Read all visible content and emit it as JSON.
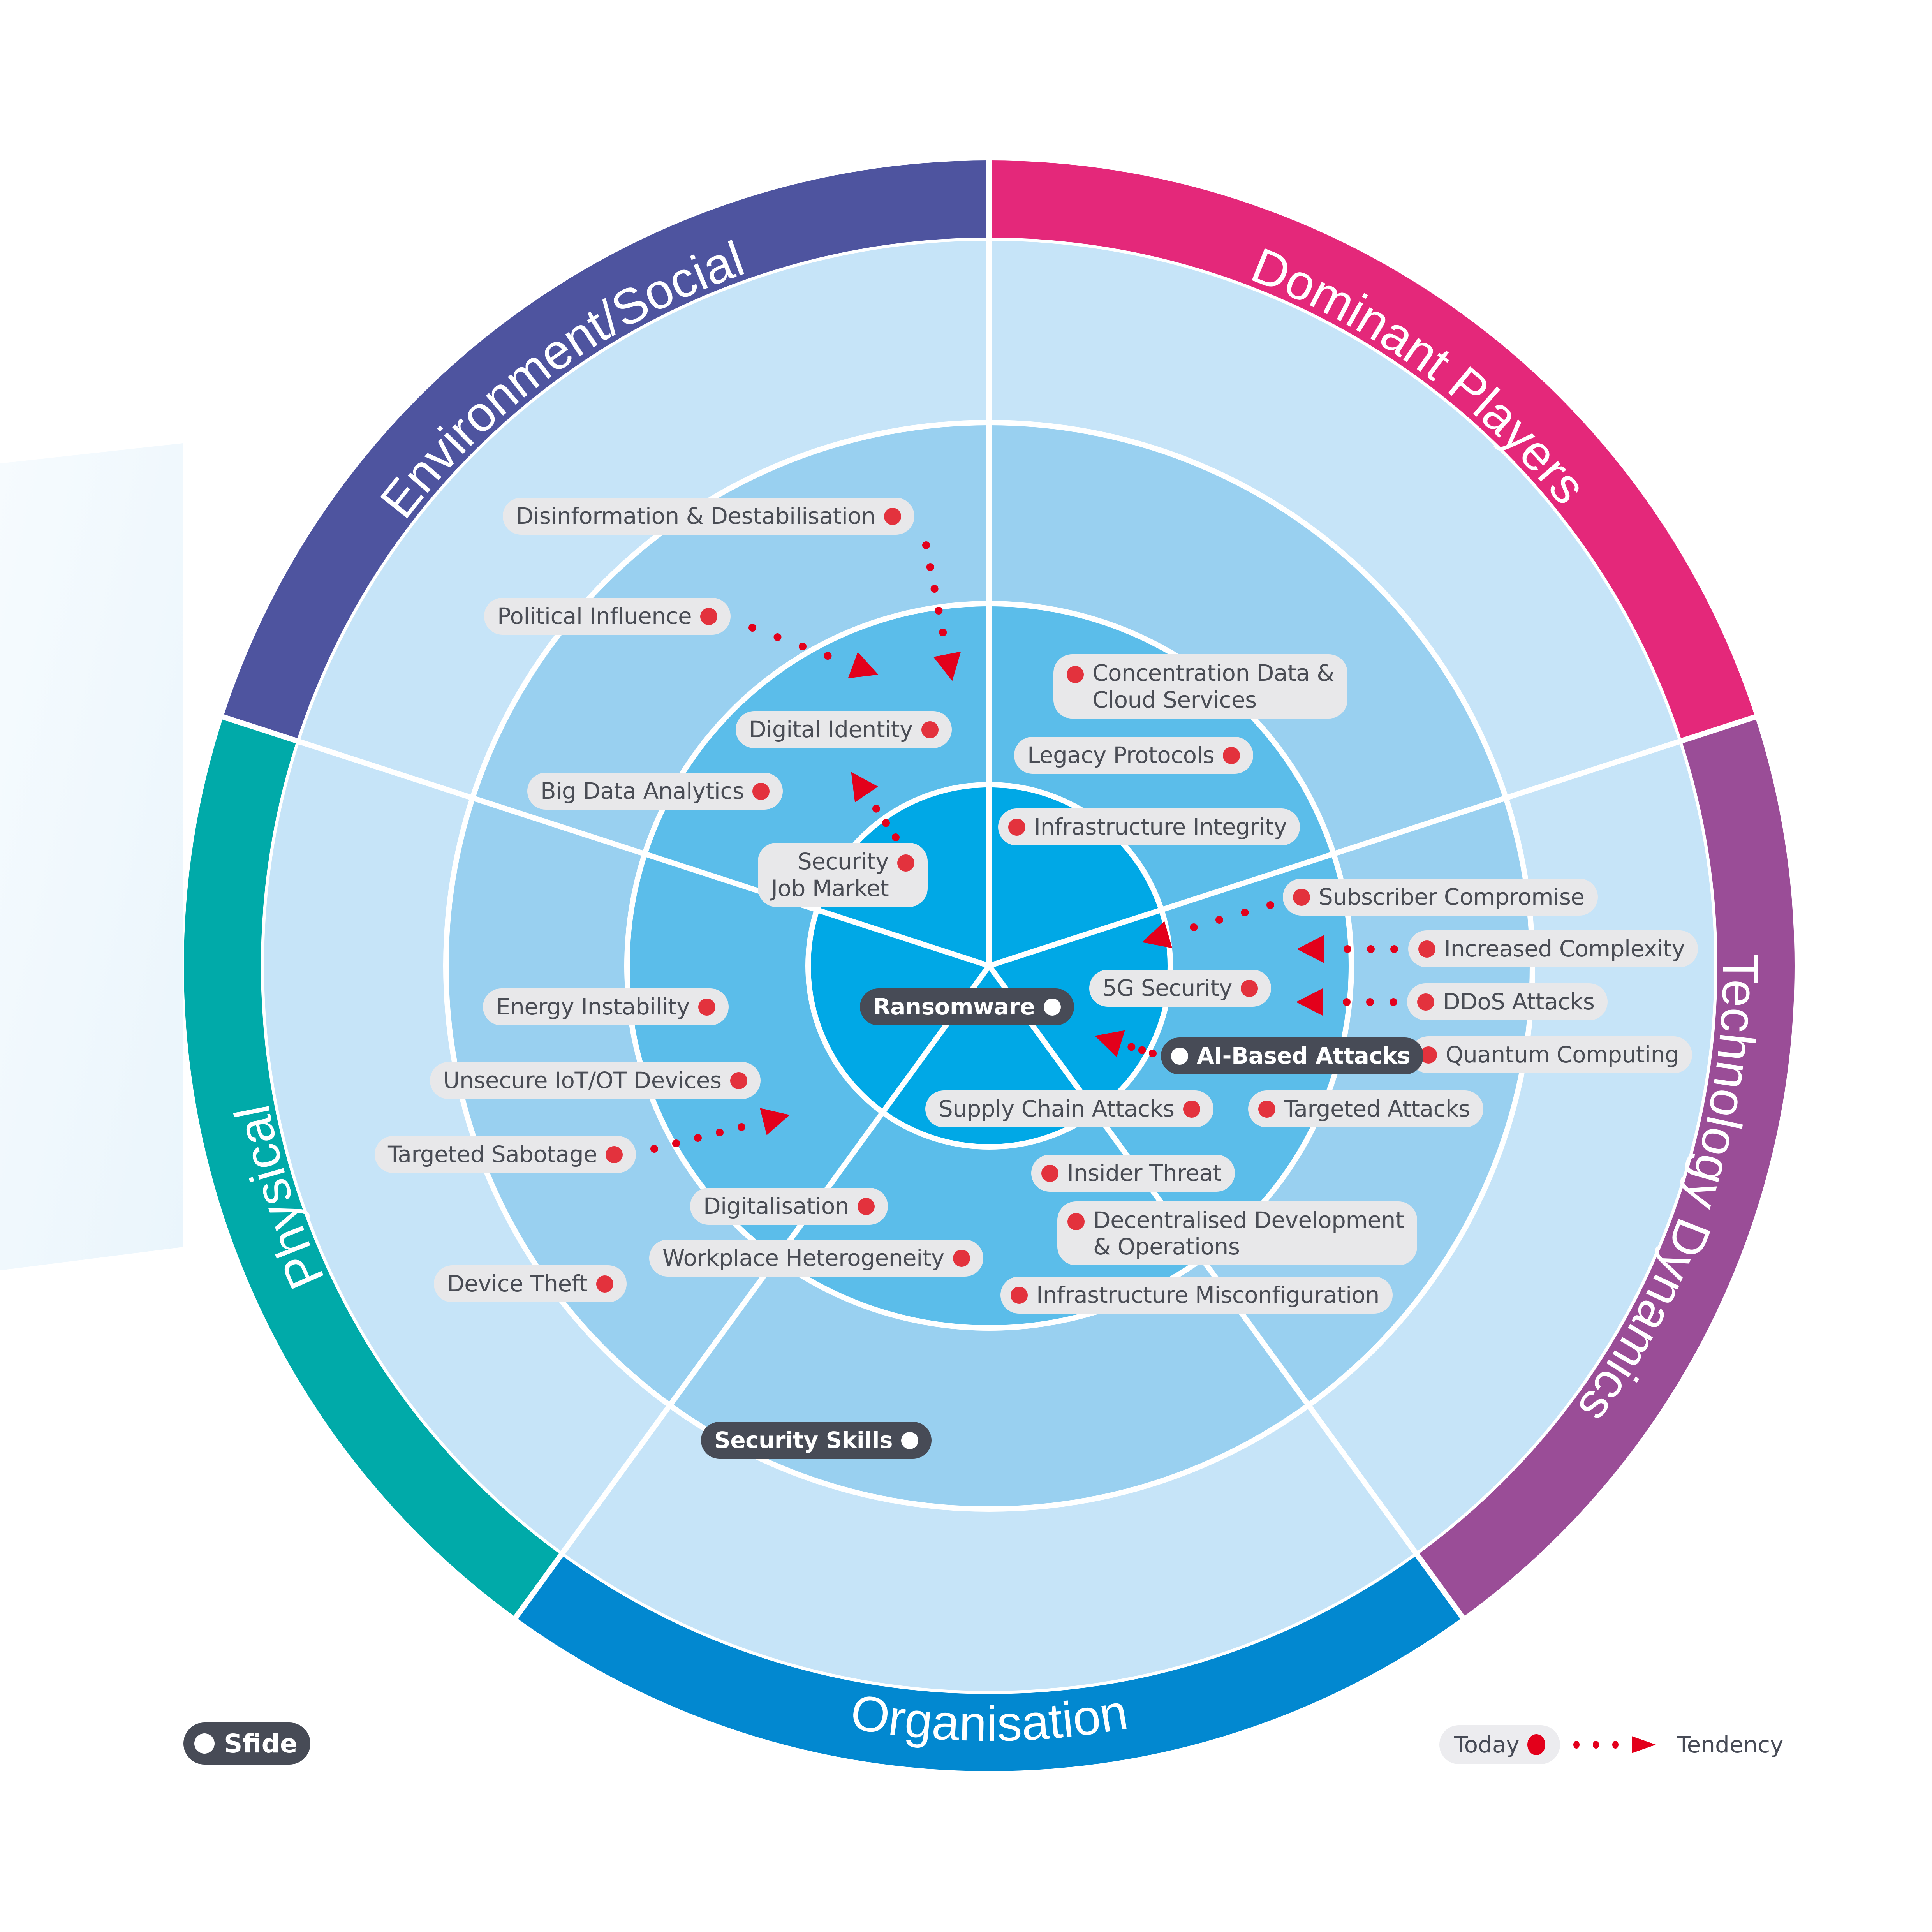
{
  "title": "Cyber Threat Radar",
  "colors": {
    "ring_inner": "#00a8e6",
    "ring_2": "#5bbdea",
    "ring_3": "#99d0f0",
    "ring_4": "#c6e4f8",
    "today_dot": "#e3323d",
    "pill_bg": "#e8e8ea",
    "pill_dark_bg": "#474b56",
    "pill_text": "#4a4d55",
    "tendency_red": "#e3001b"
  },
  "sectors": [
    {
      "name": "Dominant Players",
      "color": "#e4287a"
    },
    {
      "name": "Technology Dynamics",
      "color": "#9a4d97"
    },
    {
      "name": "Organisation",
      "color": "#0288d0"
    },
    {
      "name": "Physical",
      "color": "#00aaa9"
    },
    {
      "name": "Environment/Social",
      "color": "#4e549f"
    }
  ],
  "items": [
    {
      "label": "Disinformation & Destabilisation",
      "sector": "Environment/Social",
      "type": "today"
    },
    {
      "label": "Political Influence",
      "sector": "Environment/Social",
      "type": "today"
    },
    {
      "label": "Digital Identity",
      "sector": "Environment/Social",
      "type": "today"
    },
    {
      "label": "Big Data Analytics",
      "sector": "Environment/Social",
      "type": "today"
    },
    {
      "label": "Security Job Market",
      "lines": [
        "Security",
        "Job Market"
      ],
      "sector": "Environment/Social",
      "type": "today"
    },
    {
      "label": "Concentration Data & Cloud Services",
      "lines": [
        "Concentration Data &",
        "Cloud Services"
      ],
      "sector": "Dominant Players",
      "type": "today"
    },
    {
      "label": "Legacy Protocols",
      "sector": "Dominant Players",
      "type": "today"
    },
    {
      "label": "Infrastructure Integrity",
      "sector": "Dominant Players",
      "type": "today"
    },
    {
      "label": "Subscriber Compromise",
      "sector": "Technology Dynamics",
      "type": "today"
    },
    {
      "label": "Increased Complexity",
      "sector": "Technology Dynamics",
      "type": "today"
    },
    {
      "label": "DDoS Attacks",
      "sector": "Technology Dynamics",
      "type": "today"
    },
    {
      "label": "Quantum Computing",
      "sector": "Technology Dynamics",
      "type": "today"
    },
    {
      "label": "5G Security",
      "sector": "Technology Dynamics",
      "type": "today"
    },
    {
      "label": "Ransomware",
      "sector": "center",
      "type": "challenge"
    },
    {
      "label": "AI-Based Attacks",
      "sector": "Technology Dynamics",
      "type": "challenge"
    },
    {
      "label": "Supply Chain Attacks",
      "sector": "Organisation",
      "type": "today"
    },
    {
      "label": "Targeted Attacks",
      "sector": "Technology Dynamics",
      "type": "today"
    },
    {
      "label": "Insider Threat",
      "sector": "Organisation",
      "type": "today"
    },
    {
      "label": "Decentralised Development & Operations",
      "lines": [
        "Decentralised Development",
        "& Operations"
      ],
      "sector": "Organisation",
      "type": "today"
    },
    {
      "label": "Infrastructure Misconfiguration",
      "sector": "Organisation",
      "type": "today"
    },
    {
      "label": "Energy Instability",
      "sector": "Physical",
      "type": "today"
    },
    {
      "label": "Unsecure IoT/OT Devices",
      "sector": "Physical",
      "type": "today"
    },
    {
      "label": "Targeted Sabotage",
      "sector": "Physical",
      "type": "today"
    },
    {
      "label": "Digitalisation",
      "sector": "Organisation",
      "type": "today"
    },
    {
      "label": "Workplace Heterogeneity",
      "sector": "Organisation",
      "type": "today"
    },
    {
      "label": "Device Theft",
      "sector": "Physical",
      "type": "today"
    },
    {
      "label": "Security Skills",
      "sector": "Organisation",
      "type": "challenge"
    }
  ],
  "tendencies": [
    {
      "from": "Disinformation & Destabilisation",
      "direction": "inward"
    },
    {
      "from": "Political Influence",
      "direction": "inward"
    },
    {
      "from": "Security Job Market",
      "direction": "outward"
    },
    {
      "from": "Subscriber Compromise",
      "direction": "inward"
    },
    {
      "from": "Increased Complexity",
      "direction": "inward"
    },
    {
      "from": "DDoS Attacks",
      "direction": "inward"
    },
    {
      "from": "AI-Based Attacks",
      "direction": "inward"
    },
    {
      "from": "Targeted Sabotage",
      "direction": "inward"
    }
  ],
  "legend": {
    "challenge_label": "Sfide",
    "today_label": "Today",
    "tendency_label": "Tendency"
  }
}
